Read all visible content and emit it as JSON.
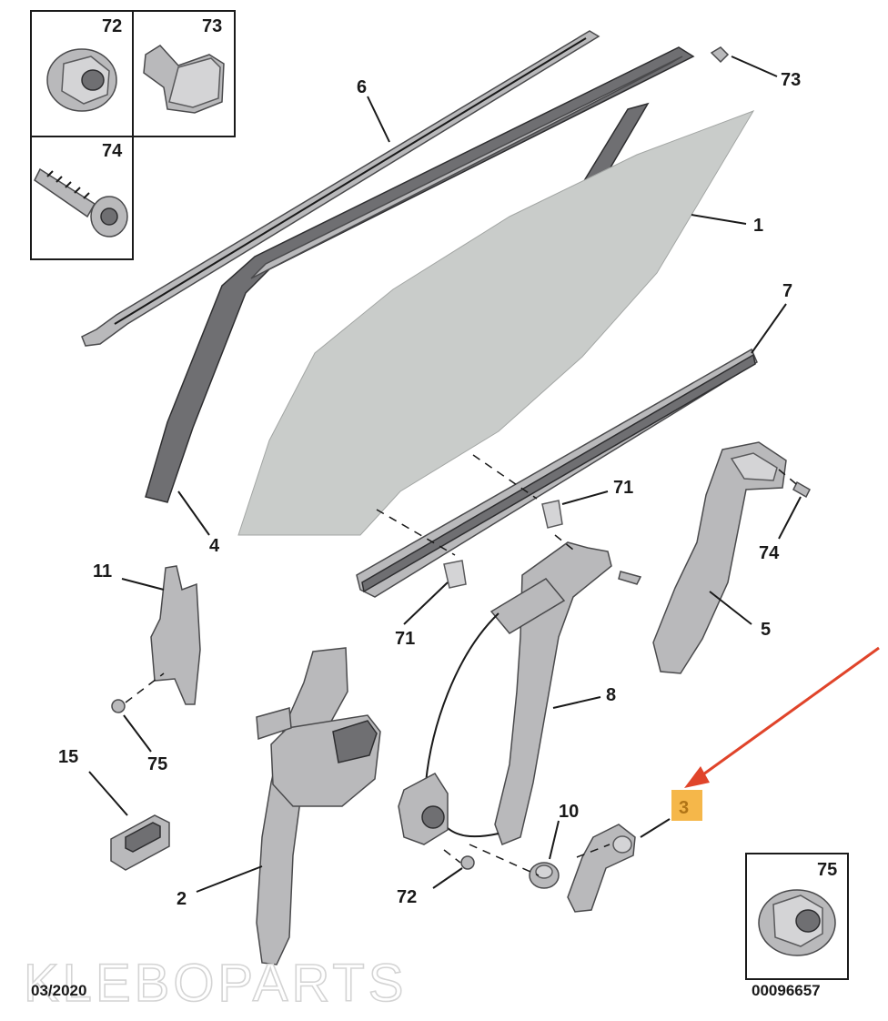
{
  "callouts": {
    "c1": "1",
    "c2": "2",
    "c3": "3",
    "c4": "4",
    "c5": "5",
    "c6": "6",
    "c7": "7",
    "c8": "8",
    "c10": "10",
    "c11": "11",
    "c15": "15",
    "c71a": "71",
    "c71b": "71",
    "c72": "72",
    "c73": "73",
    "c74": "74",
    "c75": "75"
  },
  "inset_boxes": {
    "b72": "72",
    "b73": "73",
    "b74": "74",
    "b75": "75"
  },
  "footer": {
    "date": "03/2020",
    "reference": "00096657"
  },
  "watermark": "KLEBOPARTS",
  "colors": {
    "highlight": "#f5b74a",
    "arrow": "#e0442a",
    "line_art": "#1a1a1a",
    "glass": "#c9ccca"
  }
}
